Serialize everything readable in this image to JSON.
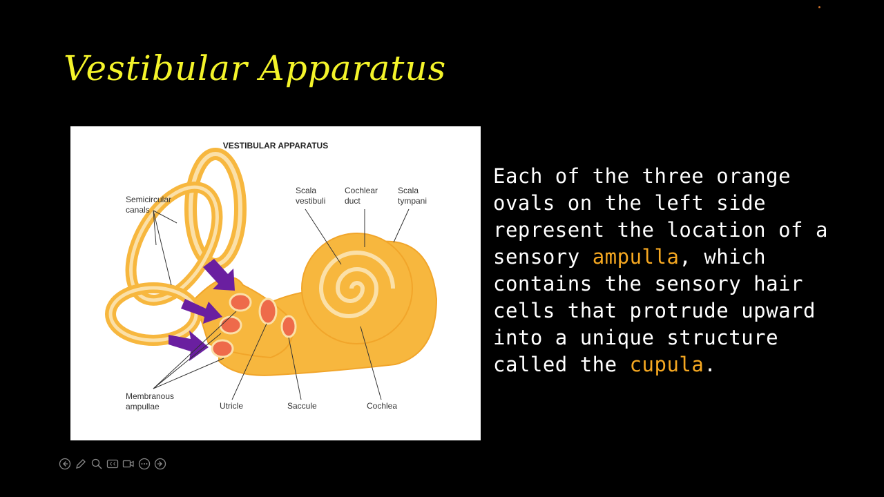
{
  "slide": {
    "title": "Vestibular Apparatus"
  },
  "figure": {
    "heading": "VESTIBULAR APPARATUS",
    "labels": {
      "semicircular_canals": "Semicircular\ncanals",
      "scala_vestibuli": "Scala\nvestibuli",
      "cochlear_duct": "Cochlear\nduct",
      "scala_tympani": "Scala\ntympani",
      "membranous_ampullae": "Membranous\nampullae",
      "utricle": "Utricle",
      "saccule": "Saccule",
      "cochlea": "Cochlea"
    },
    "colors": {
      "structure": "#f7b73e",
      "structure_light": "#fbe0a8",
      "ampulla": "#ee6a4a",
      "arrow": "#6a1fa0"
    }
  },
  "body": {
    "part1": "Each of the three orange ovals on the left side represent the location of a sensory ",
    "term1": "ampulla",
    "part2": ", which contains the sensory hair cells that protrude upward into a unique structure called the ",
    "term2": "cupula",
    "part3": "."
  },
  "controls": {
    "icons": [
      "back-icon",
      "pen-icon",
      "zoom-icon",
      "captions-icon",
      "video-icon",
      "more-icon",
      "forward-icon"
    ]
  }
}
